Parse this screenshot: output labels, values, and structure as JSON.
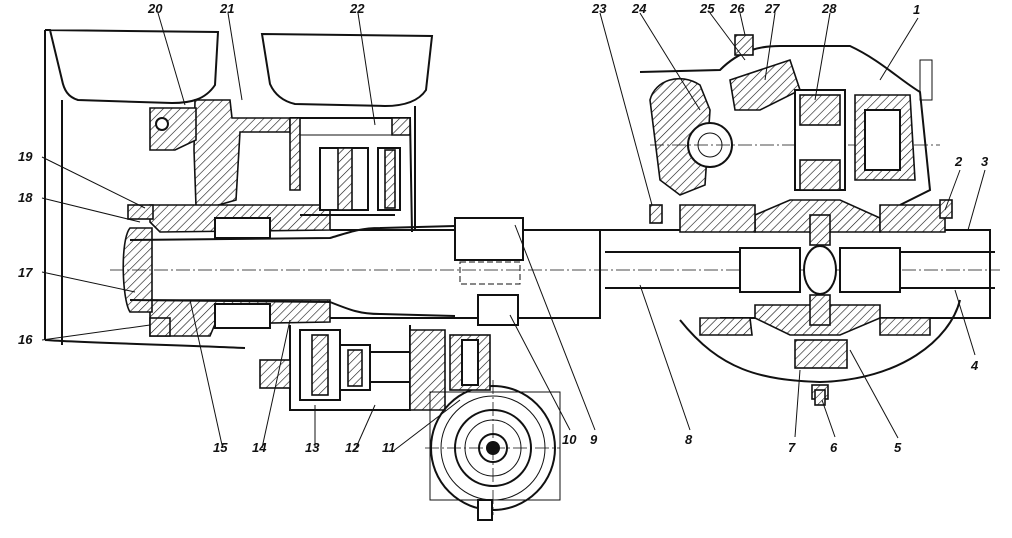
{
  "labels": [
    "1",
    "2",
    "3",
    "4",
    "5",
    "6",
    "7",
    "8",
    "9",
    "10",
    "11",
    "12",
    "13",
    "14",
    "15",
    "16",
    "17",
    "18",
    "19",
    "20",
    "21",
    "22",
    "23",
    "24",
    "25",
    "26",
    "27",
    "28"
  ]
}
